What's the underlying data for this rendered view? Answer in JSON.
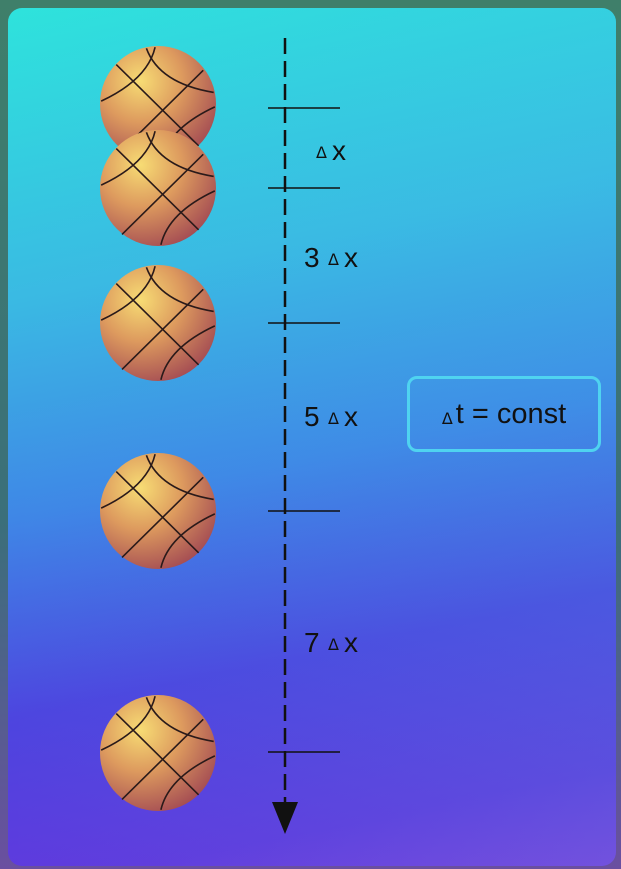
{
  "diagram": {
    "intervals": [
      {
        "coef": "",
        "delta_symbol": "Δ",
        "var": "x"
      },
      {
        "coef": "3",
        "delta_symbol": "Δ",
        "var": "x"
      },
      {
        "coef": "5",
        "delta_symbol": "Δ",
        "var": "x"
      },
      {
        "coef": "7",
        "delta_symbol": "Δ",
        "var": "x"
      }
    ],
    "constant_box": {
      "delta_symbol": "Δ",
      "text": "t = const"
    },
    "ball_count": 5,
    "colors": {
      "ball_light": "#f4d06a",
      "ball_mid": "#d98a5a",
      "ball_dark": "#a94a52",
      "seam": "#2a1a1a",
      "axis": "#111111",
      "box_border": "#4fd3f0"
    },
    "icons": {
      "ball": "basketball-icon",
      "arrow": "arrow-down-icon"
    }
  }
}
